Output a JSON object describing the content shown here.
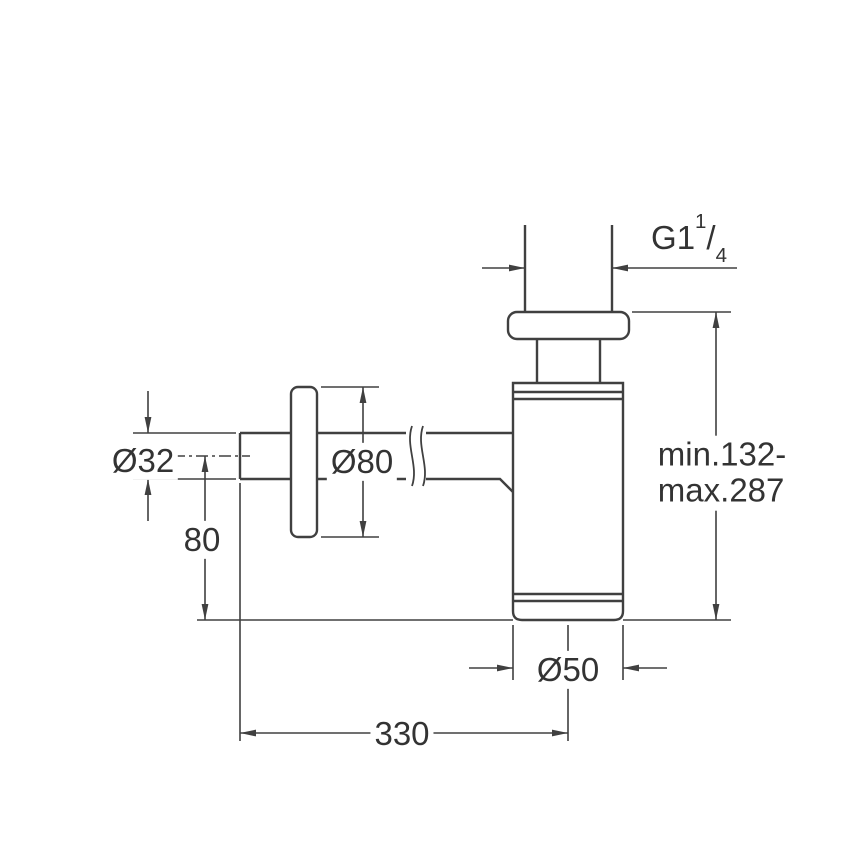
{
  "diagram": {
    "labels": {
      "thread_size": {
        "base": "G1",
        "numerator": "1",
        "slash": "/",
        "denominator": "4"
      },
      "inlet_diameter": "Ø32",
      "rosette_diameter": "Ø80",
      "outlet_height": "80",
      "body_diameter": "Ø50",
      "wall_distance": "330",
      "height_range_line1": "min.132-",
      "height_range_line2": "max.287"
    },
    "colors": {
      "line": "#404040",
      "text": "#333333",
      "background": "#ffffff"
    }
  }
}
